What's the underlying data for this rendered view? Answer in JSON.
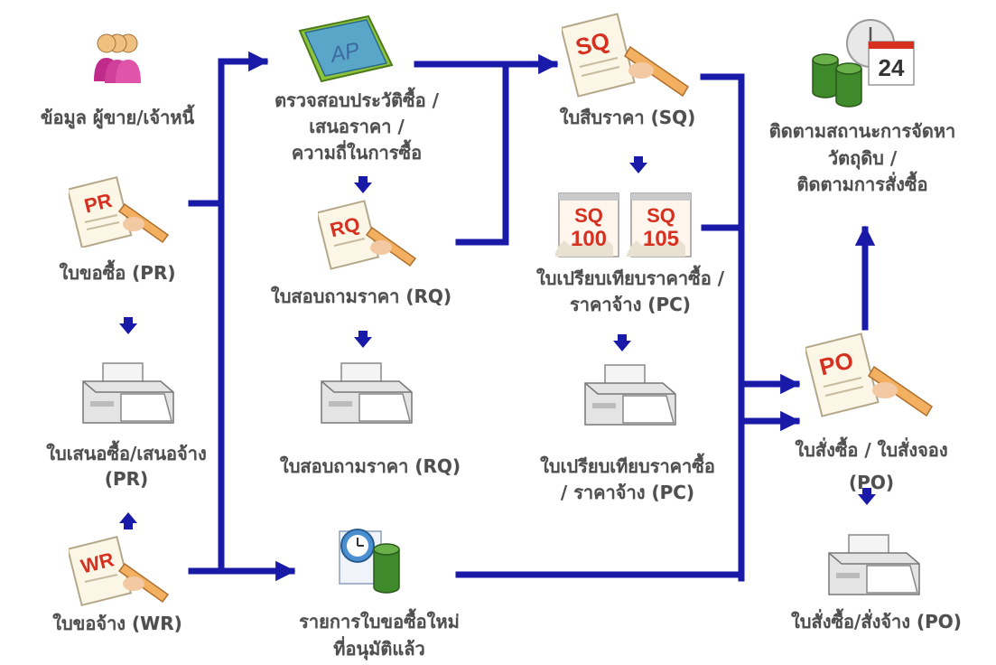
{
  "nodes": {
    "vendor": {
      "label": "ข้อมูล ผู้ขาย/เจ้าหนี้"
    },
    "pr": {
      "label": "ใบขอซื้อ (PR)",
      "icon_text": "PR"
    },
    "pr_print": {
      "label_lines": [
        "ใบเสนอซื้อ/เสนอจ้าง",
        "(PR)"
      ]
    },
    "wr": {
      "label": "ใบขอจ้าง (WR)",
      "icon_text": "WR"
    },
    "history": {
      "label_lines": [
        "ตรวจสอบประวัติซื้อ /",
        "เสนอราคา /",
        "ความถี่ในการซื้อ"
      ],
      "icon_text": "AP"
    },
    "rq": {
      "label": "ใบสอบถามราคา (RQ)",
      "icon_text": "RQ"
    },
    "rq_print": {
      "label": "ใบสอบถามราคา (RQ)"
    },
    "approved": {
      "label_lines": [
        "รายการใบขอซื้อใหม่",
        "ที่อนุมัติแล้ว"
      ]
    },
    "sq": {
      "label": "ใบสืบราคา (SQ)",
      "icon_text": "SQ"
    },
    "pc": {
      "label_lines": [
        "ใบเปรียบเทียบราคาซื้อ /",
        "ราคาจ้าง (PC)"
      ],
      "cal1_top": "SQ",
      "cal1_num": "100",
      "cal2_top": "SQ",
      "cal2_num": "105"
    },
    "pc_print": {
      "label_lines": [
        "ใบเปรียบเทียบราคาซื้อ",
        "/ ราคาจ้าง  (PC)"
      ]
    },
    "track": {
      "label_lines": [
        "ติดตามสถานะการจัดหา",
        "วัตถุดิบ /",
        "ติดตามการสั่งซื้อ"
      ],
      "cal_num": "24"
    },
    "po": {
      "label_lines": [
        "ใบสั่งซื้อ / ใบสั่งจอง",
        "(PO)"
      ],
      "icon_text": "PO"
    },
    "po_print": {
      "label": "ใบสั่งซื้อ/สั่งจ้าง (PO)"
    }
  },
  "colors": {
    "arrow": "#1a1aa8",
    "label": "#4f4f4f",
    "doc_letters": "#d63020",
    "paper": "#fbf6e6",
    "db": "#3f8a2a"
  }
}
